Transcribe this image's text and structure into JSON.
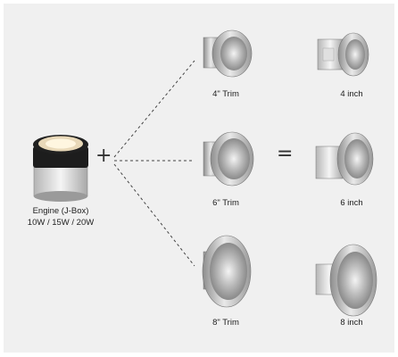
{
  "engine": {
    "name": "Engine (J-Box)",
    "watts": "10W / 15W / 20W"
  },
  "operators": {
    "plus": "+",
    "equals": "="
  },
  "trims": [
    {
      "label": "4\" Trim",
      "result": "4 inch",
      "size": 4
    },
    {
      "label": "6\" Trim",
      "result": "6 inch",
      "size": 6
    },
    {
      "label": "8\" Trim",
      "result": "8 inch",
      "size": 8
    }
  ],
  "colors": {
    "background": "#f0f0f0",
    "reflector": "#c0c0c0",
    "engine_band": "#1a1a1a",
    "line": "#444444"
  }
}
